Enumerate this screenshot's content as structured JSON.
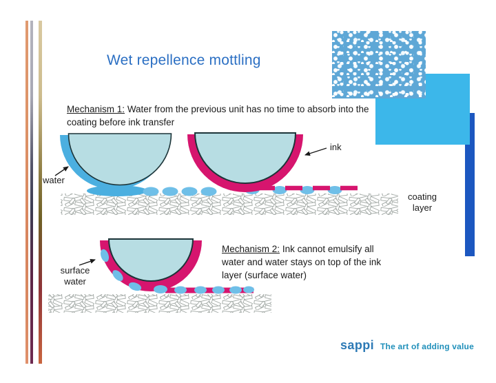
{
  "slide": {
    "title": "Wet repellence mottling",
    "mechanism1": {
      "heading": "Mechanism 1:",
      "body": "Water from the previous unit has no time to absorb into the coating before ink transfer",
      "label_water": "water",
      "label_ink": "ink",
      "label_coating": "coating layer"
    },
    "mechanism2": {
      "heading": "Mechanism 2:",
      "body": "Ink cannot emulsify all water and water stays on top of the ink layer (surface water)",
      "label_surface_water": "surface water"
    },
    "footer": {
      "brand": "sappi",
      "tagline": "The art of adding value"
    },
    "colors": {
      "title_blue": "#2b6fc3",
      "ink_magenta": "#d6156e",
      "water_blue": "#4bafe0",
      "droplet_blue": "#6fbfe8",
      "roller_fill": "#b7dde3",
      "mottle_blue": "#5ea7d6",
      "cyan_swatch": "#3cb7ea",
      "bar_blue": "#1c57c0",
      "brand_blue": "#2c79b5",
      "tagline_blue": "#1f8fba"
    }
  }
}
